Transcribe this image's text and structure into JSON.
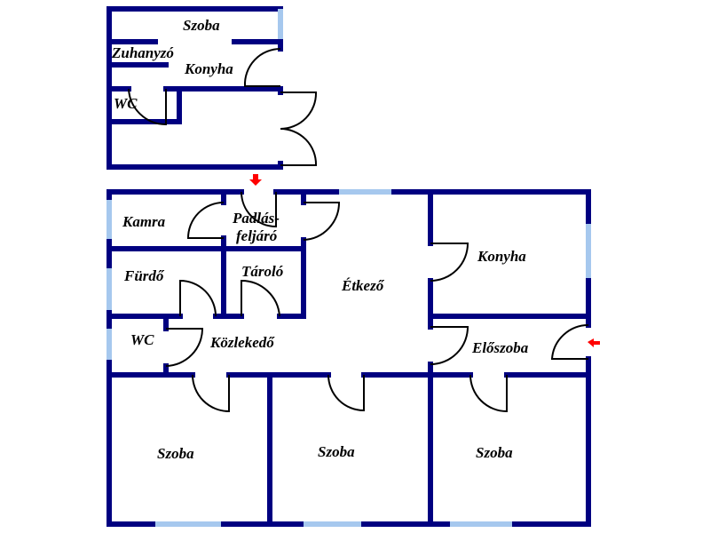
{
  "plan": {
    "title": "Alaprajz",
    "colors": {
      "wall": "#000080",
      "window": "#a6c8ee",
      "door": "#000000",
      "entrance_arrow": "#ff0000",
      "background": "#ffffff"
    },
    "outbuilding": {
      "rooms": [
        {
          "id": "szoba",
          "label": "Szoba"
        },
        {
          "id": "zuhanyzo",
          "label": "Zuhanyzó"
        },
        {
          "id": "konyha",
          "label": "Konyha"
        },
        {
          "id": "wc",
          "label": "WC"
        }
      ]
    },
    "house": {
      "rooms": [
        {
          "id": "kamra",
          "label": "Kamra"
        },
        {
          "id": "padlas1",
          "label": "Padlás-"
        },
        {
          "id": "padlas2",
          "label": "feljáró"
        },
        {
          "id": "furdo",
          "label": "Fürdő"
        },
        {
          "id": "tarolo",
          "label": "Tároló"
        },
        {
          "id": "etkezo",
          "label": "Étkező"
        },
        {
          "id": "konyha",
          "label": "Konyha"
        },
        {
          "id": "wc",
          "label": "WC"
        },
        {
          "id": "kozlekedo",
          "label": "Közlekedő"
        },
        {
          "id": "eloszoba",
          "label": "Előszoba"
        },
        {
          "id": "szoba1",
          "label": "Szoba"
        },
        {
          "id": "szoba2",
          "label": "Szoba"
        },
        {
          "id": "szoba3",
          "label": "Szoba"
        }
      ]
    },
    "entrances": [
      "top-entrance-arrow",
      "right-entrance-arrow"
    ]
  }
}
